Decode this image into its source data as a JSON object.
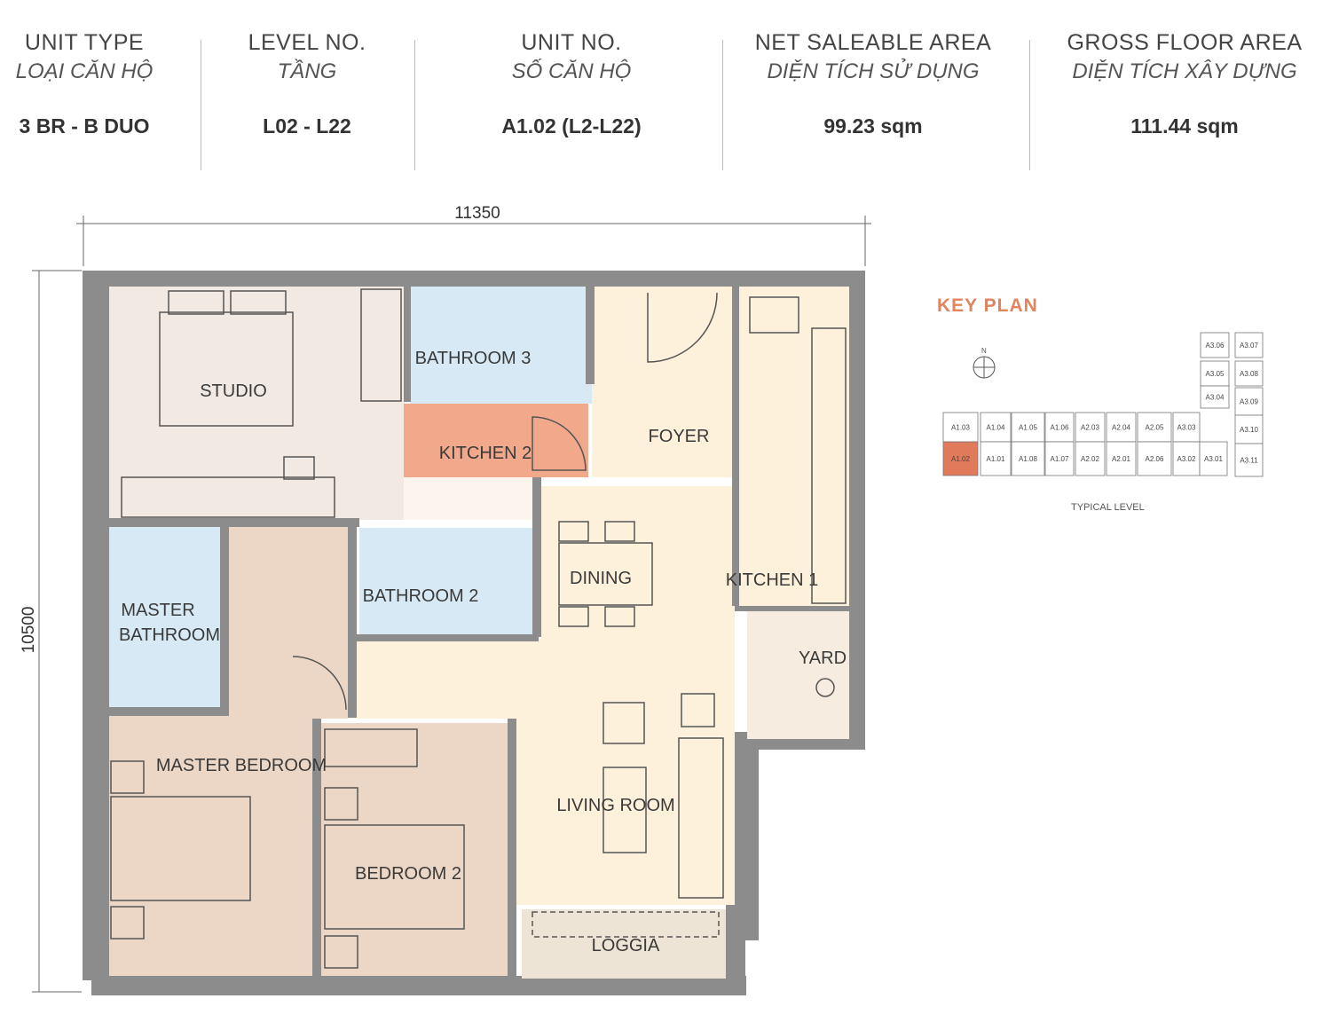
{
  "header": [
    {
      "title": "UNIT TYPE",
      "subtitle": "LOẠI CĂN HỘ",
      "value": "3 BR - B DUO"
    },
    {
      "title": "LEVEL NO.",
      "subtitle": "TẦNG",
      "value": "L02 - L22"
    },
    {
      "title": "UNIT NO.",
      "subtitle": "SỐ CĂN HỘ",
      "value": "A1.02 (L2-L22)"
    },
    {
      "title": "NET SALEABLE AREA",
      "subtitle": "DIỆN TÍCH SỬ DỤNG",
      "value": "99.23 sqm"
    },
    {
      "title": "GROSS FLOOR AREA",
      "subtitle": "DIỆN TÍCH XÂY DỰNG",
      "value": "111.44  sqm"
    }
  ],
  "dimensions": {
    "width": "11350",
    "height": "10500"
  },
  "rooms": {
    "studio": "STUDIO",
    "bathroom3": "BATHROOM 3",
    "kitchen2": "KITCHEN 2",
    "foyer": "FOYER",
    "dining": "DINING",
    "kitchen1": "KITCHEN 1",
    "yard": "YARD",
    "master_bathroom_1": "MASTER",
    "master_bathroom_2": "BATHROOM",
    "bathroom2": "BATHROOM 2",
    "master_bedroom": "MASTER BEDROOM",
    "bedroom2": "BEDROOM 2",
    "living_room": "LIVING ROOM",
    "loggia": "LOGGIA"
  },
  "colors": {
    "wall": "#8c8c8c",
    "highlight": "#e07a5a",
    "accent": "#e0845f"
  },
  "key_plan": {
    "title": "KEY PLAN",
    "caption": "TYPICAL LEVEL",
    "north": "N",
    "selected": "A1.02",
    "units": [
      "A1.03",
      "A1.04",
      "A1.05",
      "A1.06",
      "A2.03",
      "A2.04",
      "A2.05",
      "A3.03",
      "A1.02",
      "A1.01",
      "A1.08",
      "A1.07",
      "A2.02",
      "A2.01",
      "A2.06",
      "A3.02",
      "A3.01",
      "A3.06",
      "A3.07",
      "A3.05",
      "A3.08",
      "A3.04",
      "A3.09",
      "A3.10",
      "A3.11"
    ]
  }
}
